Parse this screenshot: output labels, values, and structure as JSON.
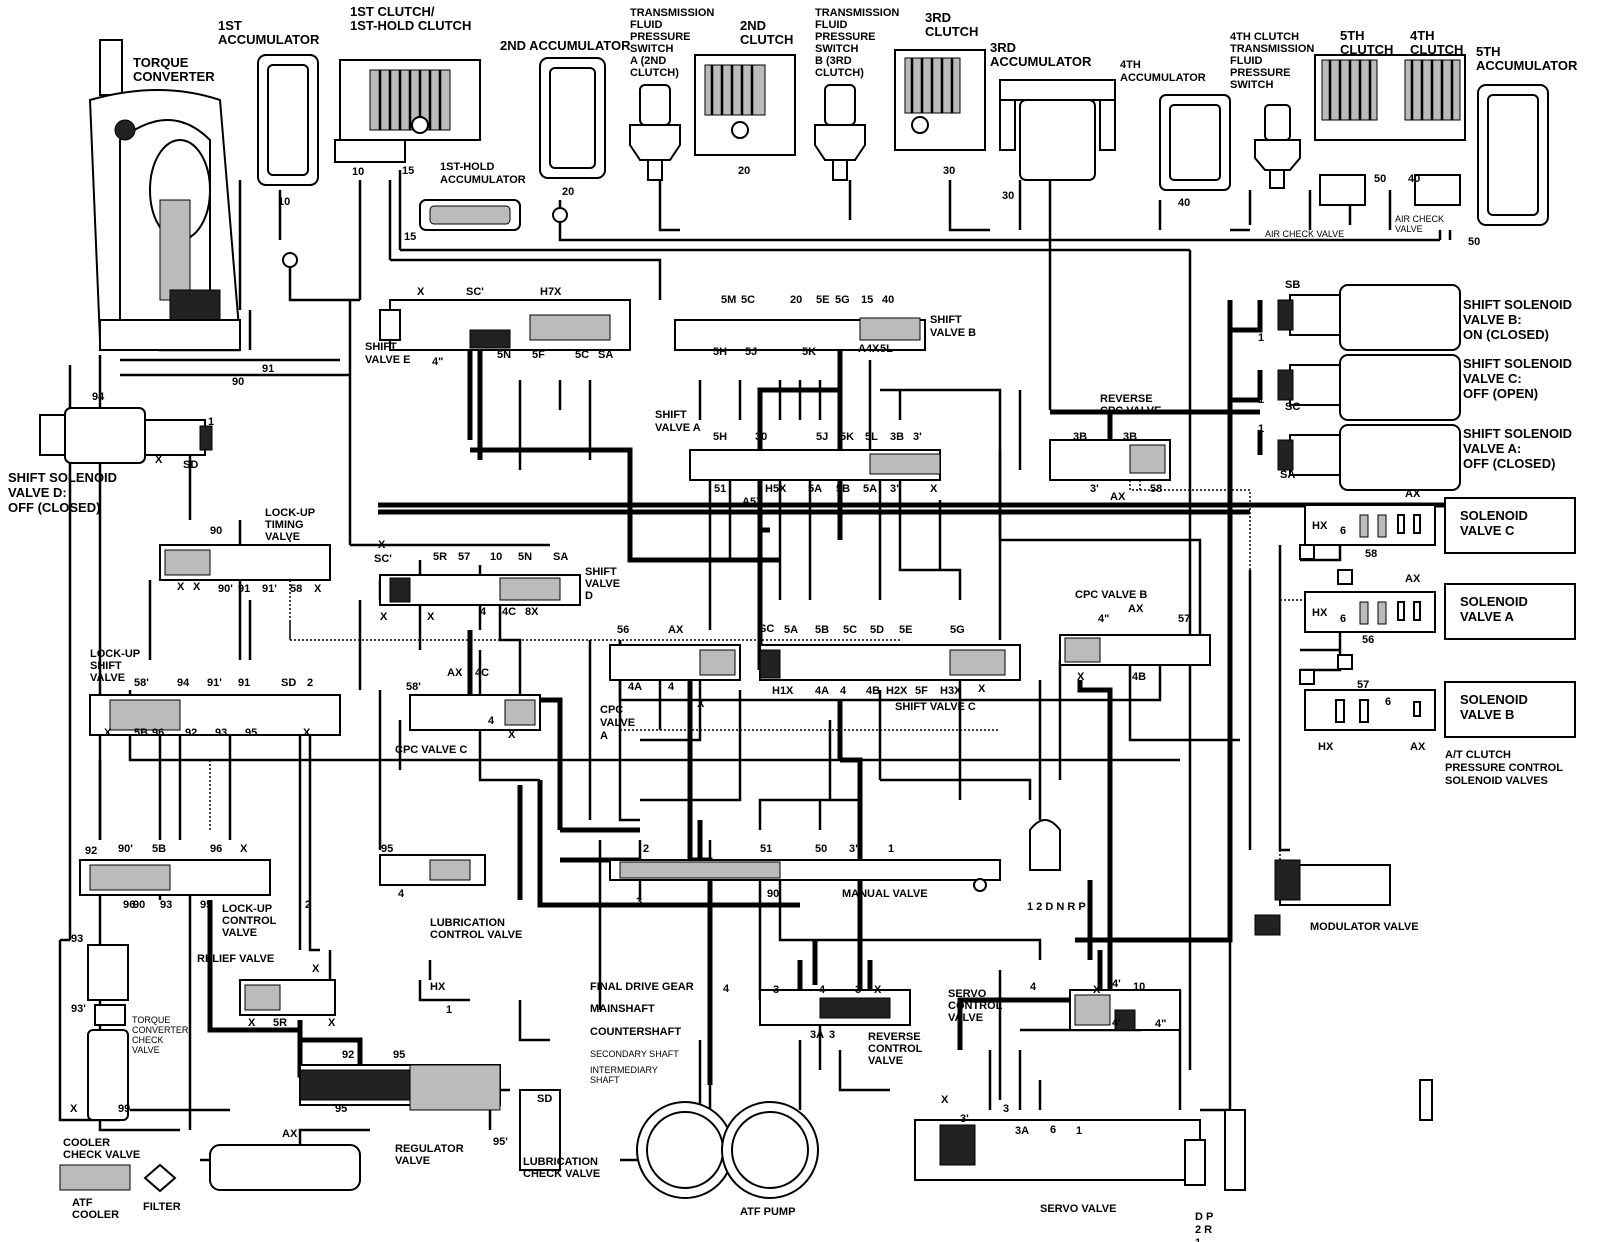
{
  "components": {
    "torque_converter": "TORQUE CONVERTER",
    "acc1": "1ST ACCUMULATOR",
    "clutch1": "1ST CLUTCH/ 1ST-HOLD CLUTCH",
    "acc2": "2ND ACCUMULATOR",
    "acc1hold": "1ST-HOLD ACCUMULATOR",
    "tfps_a": "TRANSMISSION FLUID PRESSURE SWITCH A (2ND CLUTCH)",
    "clutch2": "2ND CLUTCH",
    "tfps_b": "TRANSMISSION FLUID PRESSURE SWITCH B (3RD CLUTCH)",
    "clutch3": "3RD CLUTCH",
    "acc3": "3RD ACCUMULATOR",
    "acc4": "4TH ACCUMULATOR",
    "tfps_4": "4TH CLUTCH TRANSMISSION FLUID PRESSURE SWITCH",
    "clutch5": "5TH CLUTCH",
    "clutch4": "4TH CLUTCH",
    "acc5": "5TH ACCUMULATOR",
    "air_check_1": "AIR CHECK VALVE",
    "air_check_2": "AIR CHECK VALVE",
    "ssv_b": "SHIFT SOLENOID VALVE B: ON (CLOSED)",
    "ssv_c": "SHIFT SOLENOID VALVE C: OFF (OPEN)",
    "ssv_a": "SHIFT SOLENOID VALVE A: OFF (CLOSED)",
    "ssv_d": "SHIFT SOLENOID VALVE D: OFF (CLOSED)",
    "shift_valve_e": "SHIFT VALVE E",
    "shift_valve_b": "SHIFT VALVE B",
    "shift_valve_a": "SHIFT VALVE A",
    "shift_valve_d": "SHIFT VALVE D",
    "shift_valve_c": "SHIFT VALVE C",
    "reverse_cpc": "REVERSE CPC VALVE",
    "sol_c": "SOLENOID VALVE C",
    "sol_a": "SOLENOID VALVE A",
    "sol_b": "SOLENOID VALVE B",
    "at_clutch_pc": "A/T CLUTCH PRESSURE CONTROL SOLENOID VALVES",
    "cpc_valve_b": "CPC VALVE B",
    "cpc_valve_a": "CPC VALVE A",
    "cpc_valve_c": "CPC VALVE C",
    "lockup_timing": "LOCK-UP TIMING VALVE",
    "lockup_shift": "LOCK-UP SHIFT VALVE",
    "lockup_control": "LOCK-UP CONTROL VALVE",
    "relief_valve": "RELIEF VALVE",
    "lub_control": "LUBRICATION CONTROL VALVE",
    "tc_check": "TORQUE CONVERTER CHECK VALVE",
    "cooler_check": "COOLER CHECK VALVE",
    "atf_cooler": "ATF COOLER",
    "filter": "FILTER",
    "regulator": "REGULATOR VALVE",
    "lub_check": "LUBRICATION CHECK VALVE",
    "atf_pump": "ATF PUMP",
    "manual_valve": "MANUAL VALVE",
    "reverse_control": "REVERSE CONTROL VALVE",
    "servo_control": "SERVO CONTROL VALVE",
    "servo_valve": "SERVO VALVE",
    "modulator": "MODULATOR VALVE",
    "final_drive": "FINAL DRIVE GEAR",
    "mainshaft": "MAINSHAFT",
    "countershaft": "COUNTERSHAFT",
    "secondary_shaft": "SECONDARY SHAFT",
    "intermediary_shaft": "INTERMEDIARY SHAFT",
    "manual_positions": "1 2 D N R P",
    "servo_positions": "D 2 1  P R"
  },
  "port_labels": [
    "10",
    "10",
    "15",
    "15",
    "20",
    "20",
    "30",
    "30",
    "40",
    "40",
    "50",
    "50",
    "90",
    "91",
    "94",
    "1",
    "X",
    "SD",
    "SB",
    "SC",
    "SA",
    "1",
    "1",
    "1",
    "HX",
    "AX",
    "HX",
    "AX",
    "HX",
    "AX",
    "6",
    "6",
    "6",
    "58",
    "56",
    "57",
    "4\"",
    "57",
    "AX",
    "4B",
    "X",
    "5H",
    "5J",
    "5K",
    "A4X",
    "5L",
    "5M",
    "5C",
    "5E",
    "5G",
    "15",
    "40",
    "20",
    "H7X",
    "SC'",
    "X",
    "5N",
    "5F",
    "5C",
    "SA",
    "X",
    "4\"",
    "5H",
    "30",
    "5J",
    "5K",
    "5L",
    "3B",
    "3'",
    "51",
    "A5X",
    "H5X",
    "5A",
    "5B",
    "5A",
    "3\"",
    "X",
    "3B",
    "3B",
    "3'",
    "AX",
    "58",
    "SC'",
    "5R",
    "57",
    "10",
    "5N",
    "SA",
    "X",
    "X",
    "4",
    "4C",
    "8X",
    "56",
    "AX",
    "4A",
    "4",
    "X",
    "SC",
    "5A",
    "5B",
    "5C",
    "5D",
    "5E",
    "5G",
    "H1X",
    "4A",
    "4",
    "4B",
    "H2X",
    "5F",
    "H3X",
    "X",
    "58'",
    "AX",
    "4C",
    "4",
    "X",
    "90",
    "X",
    "X",
    "90'",
    "91",
    "91'",
    "58",
    "X",
    "58'",
    "94",
    "91'",
    "91",
    "SD",
    "2",
    "X",
    "5B",
    "96",
    "92",
    "93",
    "95",
    "X",
    "90'",
    "92",
    "5B",
    "96",
    "X",
    "96",
    "90",
    "93",
    "95",
    "2",
    "X",
    "X",
    "X",
    "5R",
    "95",
    "4",
    "2",
    "51",
    "50",
    "3\"",
    "1",
    "3",
    "90",
    "93",
    "93'",
    "X",
    "99",
    "AX",
    "HX",
    "1",
    "92",
    "95",
    "95",
    "95'",
    "SD",
    "4",
    "3",
    "4",
    "3",
    "X",
    "3A",
    "3",
    "4",
    "X",
    "4'",
    "10",
    "4'",
    "4\"",
    "X",
    "3'",
    "3",
    "3A",
    "6",
    "1"
  ]
}
